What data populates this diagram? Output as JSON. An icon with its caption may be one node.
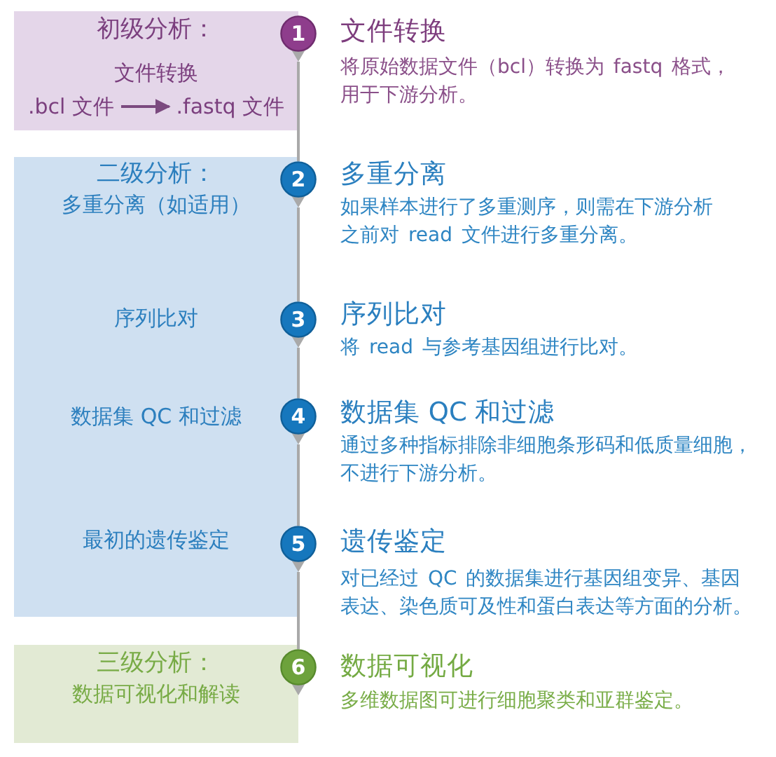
{
  "diagram": {
    "nodes": [
      {
        "text": [
          "初级分析：",
          "文件转换"
        ]
      },
      {
        "text": [
          ".bcl 文件"
        ],
        "in": 0
      },
      {
        "text": [
          ".fastq 文件"
        ],
        "in": 0
      },
      {
        "text": [
          "1"
        ],
        "beside": [
          "文件转换",
          "将原始数据文件（bcl）转换为 fastq 格式，用于下游分析。"
        ]
      },
      {
        "text": [
          "二级分析：",
          "多重分离（如适用）",
          "序列比对",
          "数据集 QC 和过滤",
          "最初的遗传鉴定"
        ]
      },
      {
        "text": [
          "2"
        ],
        "beside": [
          "多重分离",
          "如果样本进行了多重测序，则需在下游分析之前对 read 文件进行多重分离。"
        ]
      },
      {
        "text": [
          "3"
        ],
        "beside": [
          "序列比对",
          "将 read 与参考基因组进行比对。"
        ]
      },
      {
        "text": [
          "4"
        ],
        "beside": [
          "数据集 QC 和过滤",
          "通过多种指标排除非细胞条形码和低质量细胞，不进行下游分析。"
        ]
      },
      {
        "text": [
          "5"
        ],
        "beside": [
          "遗传鉴定",
          "对已经过 QC 的数据集进行基因组变异、基因表达、染色质可及性和蛋白表达等方面的分析。"
        ]
      },
      {
        "text": [
          "三级分析：",
          "数据可视化和解读"
        ]
      },
      {
        "text": [
          "6"
        ],
        "beside": [
          "数据可视化",
          "多维数据图可进行细胞聚类和亚群鉴定。"
        ]
      }
    ],
    "edges": [
      {
        "from": 1,
        "to": 2,
        "arrow": "to",
        "color": "#7b4a7f"
      },
      {
        "from": 3,
        "to": 5,
        "arrow": "none"
      },
      {
        "from": 5,
        "to": 6,
        "arrow": "none"
      },
      {
        "from": 6,
        "to": 7,
        "arrow": "none"
      },
      {
        "from": 7,
        "to": 8,
        "arrow": "none"
      },
      {
        "from": 8,
        "to": 10,
        "arrow": "none"
      }
    ]
  }
}
